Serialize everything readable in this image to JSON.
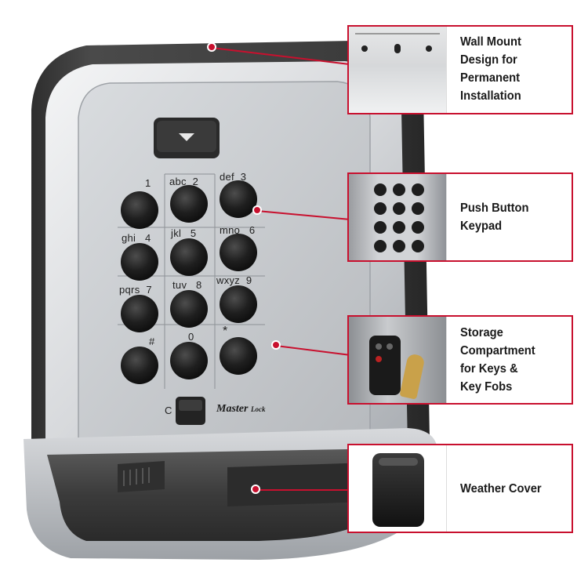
{
  "product": {
    "brand": "Master",
    "brand_sub": "Lock",
    "clear_button_label": "C",
    "keypad": [
      {
        "label": "1"
      },
      {
        "label": "abc  2"
      },
      {
        "label": "def  3"
      },
      {
        "label": "ghi   4"
      },
      {
        "label": "jkl   5"
      },
      {
        "label": "mno   6"
      },
      {
        "label": "pqrs  7"
      },
      {
        "label": "tuv   8"
      },
      {
        "label": "wxyz  9"
      },
      {
        "label": "#"
      },
      {
        "label": "0"
      },
      {
        "label": "*"
      }
    ]
  },
  "callouts": [
    {
      "id": "wall-mount",
      "text": "Wall Mount Design for Permanent Installation",
      "lines": [
        "Wall Mount",
        "Design for",
        "Permanent",
        "Installation"
      ]
    },
    {
      "id": "keypad",
      "text": "Push Button Keypad",
      "lines": [
        "Push Button",
        "Keypad"
      ]
    },
    {
      "id": "storage",
      "text": "Storage Compartment for Keys & Key Fobs",
      "lines": [
        "Storage",
        "Compartment",
        "for Keys &",
        "Key Fobs"
      ]
    },
    {
      "id": "weather",
      "text": "Weather Cover",
      "lines": [
        "Weather Cover"
      ]
    }
  ],
  "colors": {
    "accent": "#c8102e",
    "body_dark": "#3a3a3a",
    "faceplate": "#c9ccd0",
    "button": "#1e1e1e"
  }
}
